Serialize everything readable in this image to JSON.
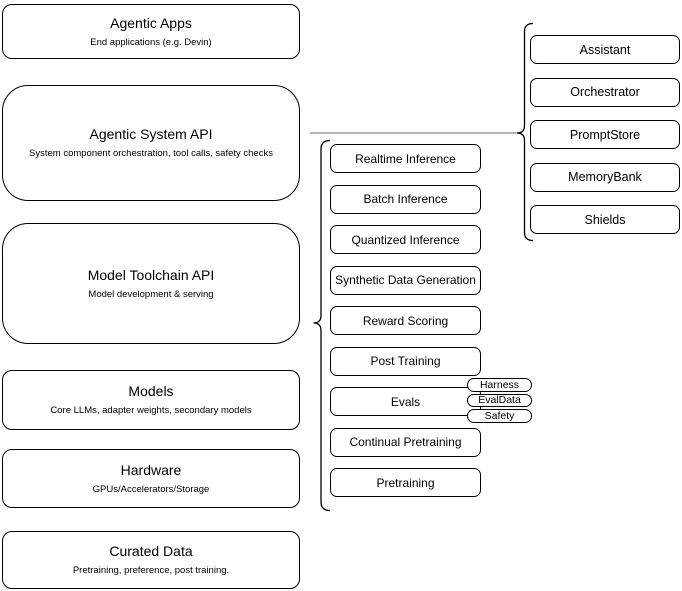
{
  "colors": {
    "stroke": "#000000",
    "connector": "#8a8a8a",
    "fill": "#ffffff",
    "text": "#000000"
  },
  "stack": [
    {
      "title": "Agentic Apps",
      "subtitle": "End applications (e.g. Devin)"
    },
    {
      "title": "Agentic System API",
      "subtitle": "System component orchestration, tool calls, safety checks"
    },
    {
      "title": "Model Toolchain API",
      "subtitle": "Model development & serving"
    },
    {
      "title": "Models",
      "subtitle": "Core LLMs, adapter weights, secondary models"
    },
    {
      "title": "Hardware",
      "subtitle": "GPUs/Accelerators/Storage"
    },
    {
      "title": "Curated Data",
      "subtitle": "Pretraining, preference, post training."
    }
  ],
  "toolchain": {
    "items": [
      "Realtime Inference",
      "Batch Inference",
      "Quantized Inference",
      "Synthetic Data Generation",
      "Reward Scoring",
      "Post Training",
      "Evals",
      "Continual Pretraining",
      "Pretraining"
    ],
    "evals_tags": [
      "Harness",
      "EvalData",
      "Safety"
    ]
  },
  "system_components": [
    "Assistant",
    "Orchestrator",
    "PromptStore",
    "MemoryBank",
    "Shields"
  ]
}
